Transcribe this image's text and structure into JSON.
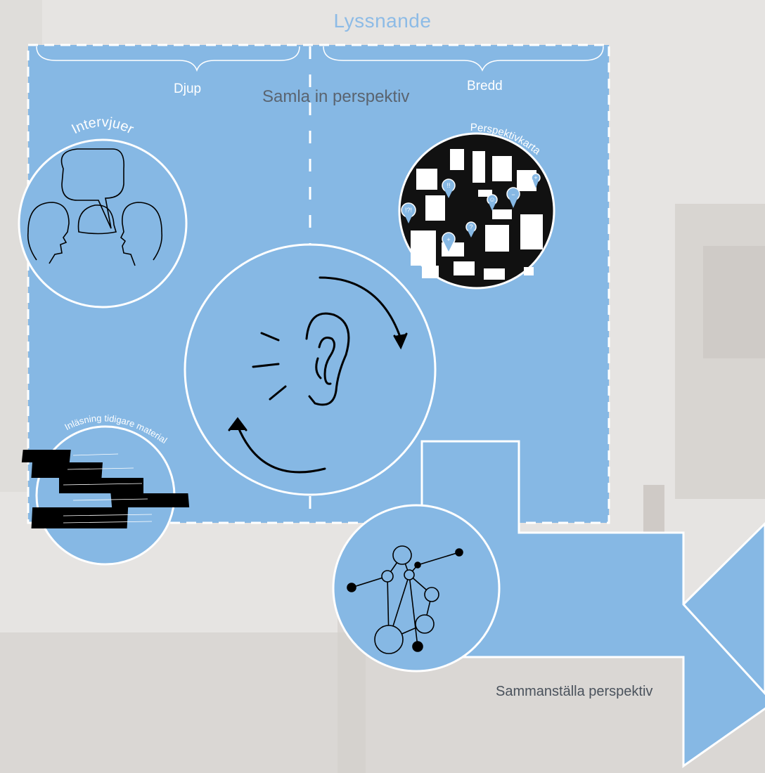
{
  "colors": {
    "panel_fill": "#86b8e4",
    "accent_text": "#8dbbe6",
    "stroke": "#ffffff",
    "ink": "#000000"
  },
  "header": {
    "title": "Lyssnande"
  },
  "panel": {
    "left_label": "Djup",
    "right_label": "Bredd",
    "center_title": "Samla in perspektiv"
  },
  "circles": {
    "interviews": {
      "label": "Intervjuer",
      "icon": "speech-heads-icon"
    },
    "perspective_map": {
      "label": "Perspektivkarta",
      "icon": "city-map-icon",
      "pin_labels": [
        "!!",
        "!?!",
        "+",
        "−",
        "☺",
        "?",
        "+"
      ]
    },
    "reading": {
      "label": "Inläsning tidigare material",
      "icon": "books-icon"
    },
    "listening": {
      "icon": "ear-cycle-icon"
    },
    "network": {
      "icon": "network-graph-icon"
    }
  },
  "arrow": {
    "label": "Sammanställa perspektiv"
  }
}
